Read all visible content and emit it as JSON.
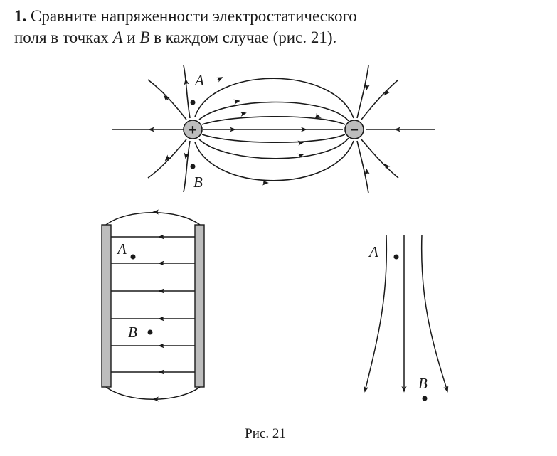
{
  "problem": {
    "number": "1.",
    "line1": "Сравните напряженности электростатического",
    "line2_start": "поля в точках ",
    "point_a": "A",
    "conj": " и ",
    "point_b": "B",
    "line2_end": " в каждом случае (рис. 21)."
  },
  "figure": {
    "dipole": {
      "label_a": "A",
      "label_b": "B",
      "plus": "+",
      "minus": "−"
    },
    "plates": {
      "label_a": "A",
      "label_b": "B"
    },
    "diverging": {
      "label_a": "A",
      "label_b": "B"
    },
    "caption": "Рис. 21"
  }
}
